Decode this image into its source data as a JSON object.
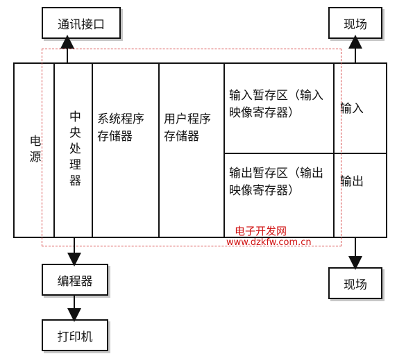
{
  "top": {
    "comm_interface": "通讯接口",
    "field_top": "现场"
  },
  "main": {
    "power": "电源",
    "cpu": "中央处理器",
    "system_memory": "系统程序存储器",
    "user_memory": "用户程序存储器",
    "input_buffer": "输入暂存区（输入映像寄存器）",
    "output_buffer": "输出暂存区（输出映像寄存器）",
    "input": "输入",
    "output": "输出"
  },
  "bottom": {
    "programmer": "编程器",
    "printer": "打印机",
    "field_bottom": "现场"
  },
  "watermark": {
    "line1": "电子开发网",
    "line2": "www.dzkfw.com.cn"
  },
  "colors": {
    "line": "#111111",
    "dashed": "#d84a4a",
    "watermark": "#d01010"
  }
}
